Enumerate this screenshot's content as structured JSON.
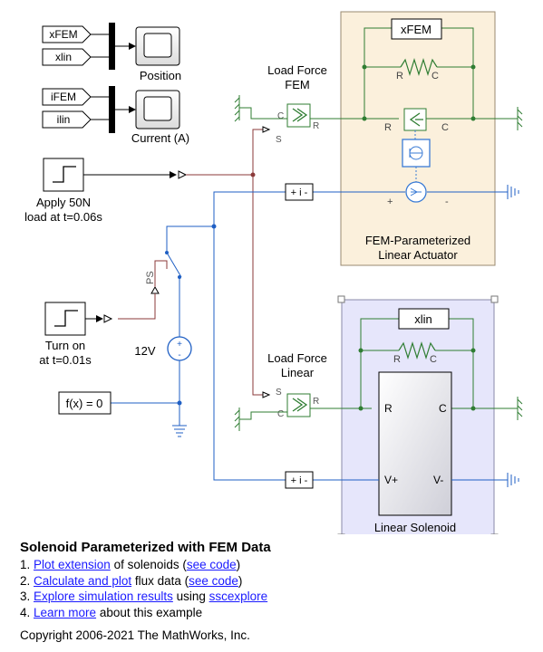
{
  "model": {
    "title": "Solenoid Parameterized with FEM Data",
    "copyright": "Copyright 2006-2021 The MathWorks, Inc."
  },
  "signals": {
    "xfem": "xFEM",
    "xlin": "xlin",
    "ifem": "iFEM",
    "ilin": "ilin"
  },
  "scopes": {
    "position": "Position",
    "current": "Current (A)"
  },
  "sources": {
    "step_load_line1": "Apply 50N",
    "step_load_line2": "load at t=0.06s",
    "step_on_line1": "Turn on",
    "step_on_line2": "at t=0.01s",
    "voltage": "12V",
    "solver_config": "f(x) = 0",
    "ps_label": "PS"
  },
  "load_force_fem": {
    "line1": "Load Force",
    "line2": "FEM",
    "port_c": "C",
    "port_r": "R",
    "port_s": "S"
  },
  "load_force_linear": {
    "line1": "Load Force",
    "line2": "Linear",
    "port_c": "C",
    "port_r": "R",
    "port_s": "S"
  },
  "fem_actuator": {
    "name_line1": "FEM-Parameterized",
    "name_line2": "Linear Actuator",
    "sensor_label": "xFEM",
    "damper_r": "R",
    "damper_c": "C",
    "port_r": "R",
    "port_c": "C",
    "plus": "+",
    "minus": "-"
  },
  "linear_solenoid": {
    "name": "Linear Solenoid",
    "sensor_label": "xlin",
    "damper_r": "R",
    "damper_c": "C",
    "port_r": "R",
    "port_c": "C",
    "port_vplus": "V+",
    "port_vminus": "V-"
  },
  "current_sensors": {
    "label": "+ i -"
  },
  "links": {
    "item1_prefix": "1. ",
    "item1_link": "Plot extension",
    "item1_mid": " of solenoids (",
    "item1_code": "see code",
    "item1_end": ")",
    "item2_prefix": "2. ",
    "item2_link": "Calculate and plot",
    "item2_mid": " flux data (",
    "item2_code": "see code",
    "item2_end": ")",
    "item3_prefix": "3. ",
    "item3_link": "Explore simulation results",
    "item3_mid": " using ",
    "item3_link2": "sscexplore",
    "item4_prefix": "4. ",
    "item4_link": "Learn more",
    "item4_end": " about this example"
  },
  "colors": {
    "mech_line": "#2f7d32",
    "elec_line": "#1f5fc4",
    "ps_line": "#8b3a3a",
    "fem_bg": "#fbf0dc",
    "solenoid_bg": "#e6e6fb",
    "sensor_border": "#3a7bd5"
  }
}
